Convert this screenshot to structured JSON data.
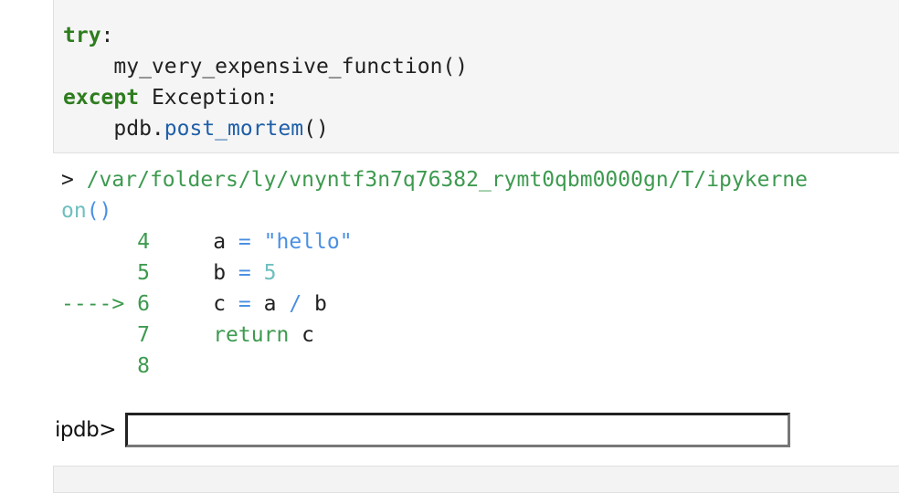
{
  "input_cell": {
    "lines": {
      "l1_kw": "try",
      "l1_rest": ":",
      "l2_indent": "    ",
      "l2_text": "my_very_expensive_function()",
      "l3_kw": "except",
      "l3_rest": " Exception:",
      "l4_indent": "    ",
      "l4_obj": "pdb.",
      "l4_attr": "post_mortem",
      "l4_rest": "()"
    }
  },
  "output": {
    "location_marker": "> ",
    "location_path": "/var/folders/ly/vnyntf3n7q76382_rymt0qbm0000gn/T/ipykerne",
    "location_wrap_func": "on",
    "location_wrap_parens": "()",
    "listing": [
      {
        "arrow": "      ",
        "lineno": "4",
        "gap": "     ",
        "tokens": [
          {
            "t": "a ",
            "c": "dark"
          },
          {
            "t": "=",
            "c": "blue"
          },
          {
            "t": " ",
            "c": "dark"
          },
          {
            "t": "\"hello\"",
            "c": "blue"
          }
        ]
      },
      {
        "arrow": "      ",
        "lineno": "5",
        "gap": "     ",
        "tokens": [
          {
            "t": "b ",
            "c": "dark"
          },
          {
            "t": "=",
            "c": "blue"
          },
          {
            "t": " ",
            "c": "dark"
          },
          {
            "t": "5",
            "c": "teal"
          }
        ]
      },
      {
        "arrow": "----> ",
        "lineno": "6",
        "gap": "     ",
        "tokens": [
          {
            "t": "c ",
            "c": "dark"
          },
          {
            "t": "=",
            "c": "blue"
          },
          {
            "t": " a ",
            "c": "dark"
          },
          {
            "t": "/",
            "c": "blue"
          },
          {
            "t": " b",
            "c": "dark"
          }
        ]
      },
      {
        "arrow": "      ",
        "lineno": "7",
        "gap": "     ",
        "tokens": [
          {
            "t": "return",
            "c": "green"
          },
          {
            "t": " c",
            "c": "dark"
          }
        ]
      },
      {
        "arrow": "      ",
        "lineno": "8",
        "gap": "",
        "tokens": []
      }
    ]
  },
  "debugger_prompt": {
    "label": "ipdb>",
    "value": ""
  }
}
